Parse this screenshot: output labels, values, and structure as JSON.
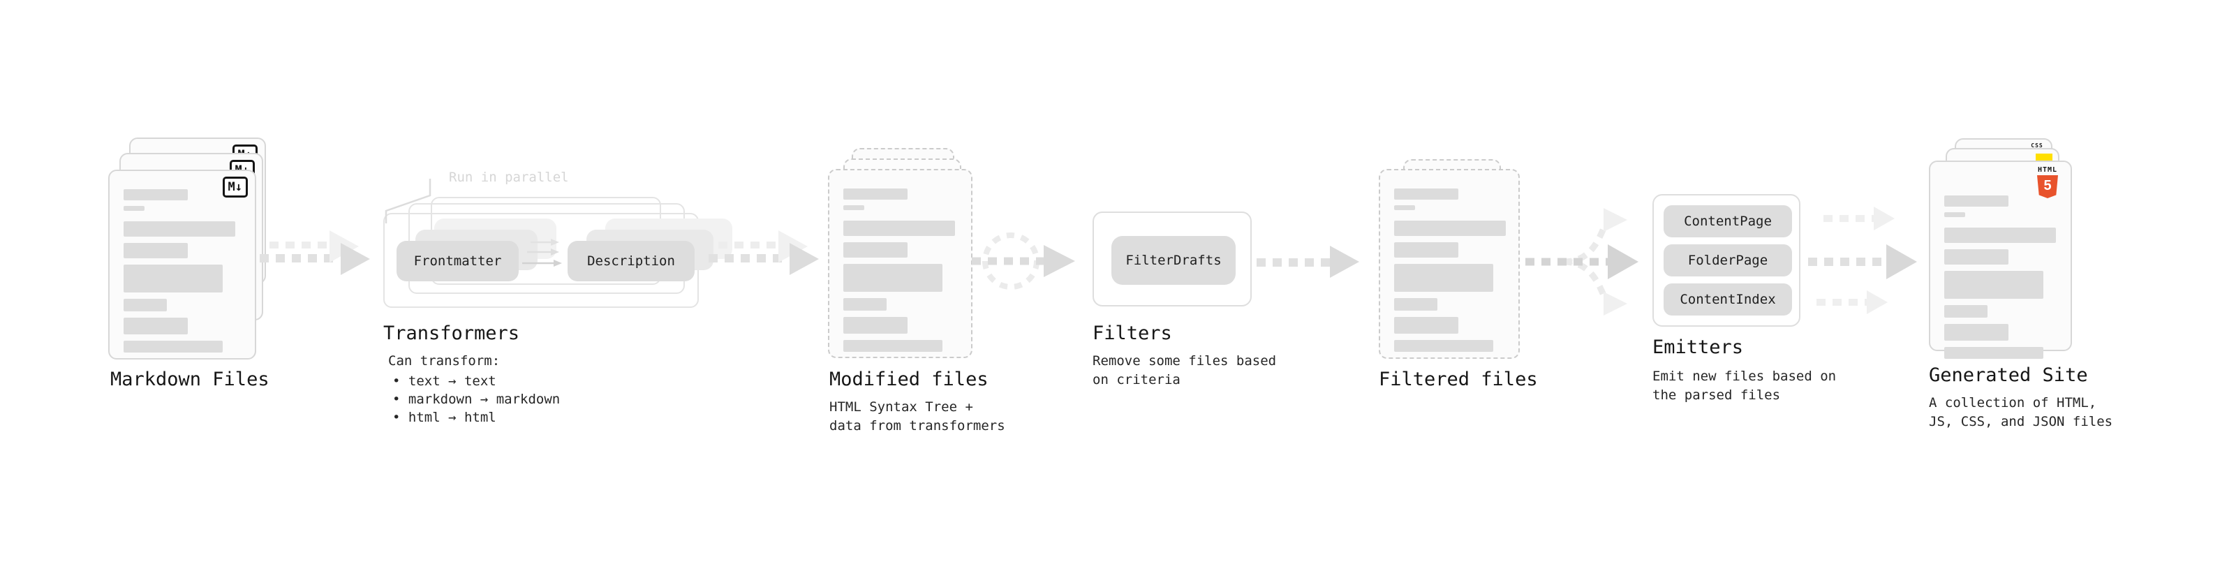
{
  "stages": {
    "markdown_files": {
      "label": "Markdown Files",
      "badge": "M↓"
    },
    "transformers": {
      "label": "Transformers",
      "annotation": "Run in parallel",
      "pill_left": "Frontmatter",
      "pill_right": "Description",
      "desc_heading": "Can transform:",
      "bullets": [
        "• text → text",
        "• markdown → markdown",
        "• html → html"
      ]
    },
    "modified_files": {
      "label": "Modified files",
      "sublabel": "HTML Syntax Tree +\ndata from transformers"
    },
    "filters": {
      "label": "Filters",
      "pill": "FilterDrafts",
      "sublabel": "Remove some files based\non criteria"
    },
    "filtered_files": {
      "label": "Filtered files"
    },
    "emitters": {
      "label": "Emitters",
      "pills": [
        "ContentPage",
        "FolderPage",
        "ContentIndex"
      ],
      "sublabel": "Emit new files based on\nthe parsed files"
    },
    "generated_site": {
      "label": "Generated Site",
      "sublabel": "A collection of HTML,\nJS, CSS, and JSON files",
      "html_word": "HTML",
      "html_number": "5",
      "css_word": "CSS"
    }
  },
  "colors": {
    "heading_text": "#161616",
    "sub_text": "#262626",
    "annotation_text": "#d6d6d6",
    "doc_border": "#d7d7d7",
    "doc_dashed_border": "#cbcbcb",
    "doc_fill": "#fbfbfb",
    "text_bar": "#dcdcdc",
    "pill_fill": "#dddddd",
    "arrow_main": "#dadada",
    "arrow_light": "#efefef",
    "html5_orange": "#e8532c",
    "js_yellow": "#ffdf00",
    "css_blue": "#2f6bff",
    "md_badge_black": "#141414"
  }
}
